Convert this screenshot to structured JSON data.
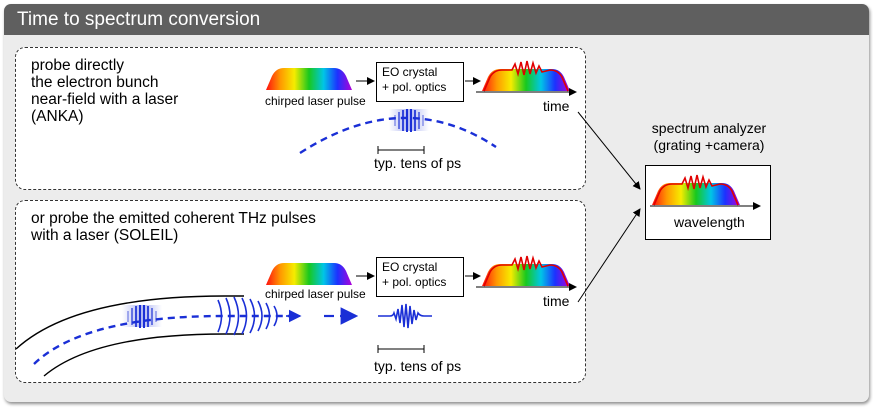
{
  "title": "Time to spectrum conversion",
  "top_panel": {
    "description_lines": [
      "probe directly",
      "the electron bunch",
      "near-field with a laser",
      "(ANKA)"
    ],
    "pulse_label": "chirped laser pulse",
    "eo_box_lines": [
      "EO crystal",
      "+ pol. optics"
    ],
    "time_label": "time",
    "duration_label": "typ. tens of ps"
  },
  "bottom_panel": {
    "description_lines": [
      "or probe the emitted coherent THz pulses",
      "with a laser (SOLEIL)"
    ],
    "pulse_label": "chirped laser pulse",
    "eo_box_lines": [
      "EO crystal",
      "+ pol. optics"
    ],
    "time_label": "time",
    "duration_label": "typ. tens of ps"
  },
  "analyzer": {
    "title_lines": [
      "spectrum analyzer",
      "(grating +camera)"
    ],
    "axis_label": "wavelength"
  },
  "colors": {
    "title_bar": "#5f5f5f",
    "block_background": "#ececec",
    "beam_blue": "#1a2fd6",
    "modulation_red": "#e00000"
  }
}
